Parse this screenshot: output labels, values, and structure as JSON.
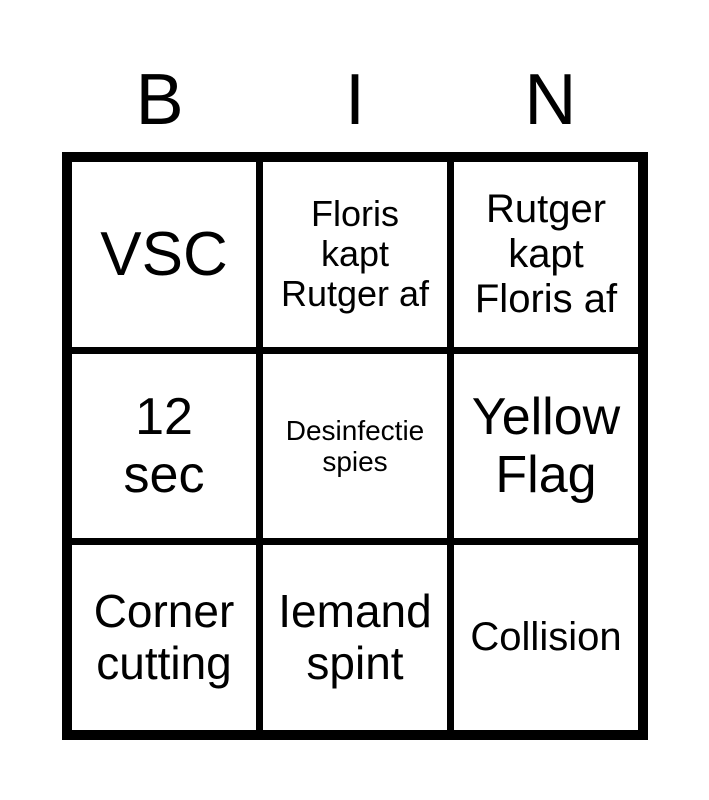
{
  "card": {
    "title_letters": [
      "B",
      "I",
      "N"
    ],
    "colors": {
      "ink": "#000000",
      "paper": "#ffffff",
      "border": "#000000"
    },
    "grid": {
      "columns": 3,
      "rows": 3
    },
    "cells": [
      {
        "text": "VSC",
        "size": "fs-xxl"
      },
      {
        "text": "Floris\nkapt\nRutger af",
        "size": "fs-sm"
      },
      {
        "text": "Rutger\nkapt\nFloris af",
        "size": "fs-md"
      },
      {
        "text": "12\nsec",
        "size": "fs-xl"
      },
      {
        "text": "Desinfectie\nspies",
        "size": "fs-xs"
      },
      {
        "text": "Yellow\nFlag",
        "size": "fs-xl"
      },
      {
        "text": "Corner\ncutting",
        "size": "fs-lg"
      },
      {
        "text": "Iemand\nspint",
        "size": "fs-lg"
      },
      {
        "text": "Collision",
        "size": "fs-md"
      }
    ]
  }
}
